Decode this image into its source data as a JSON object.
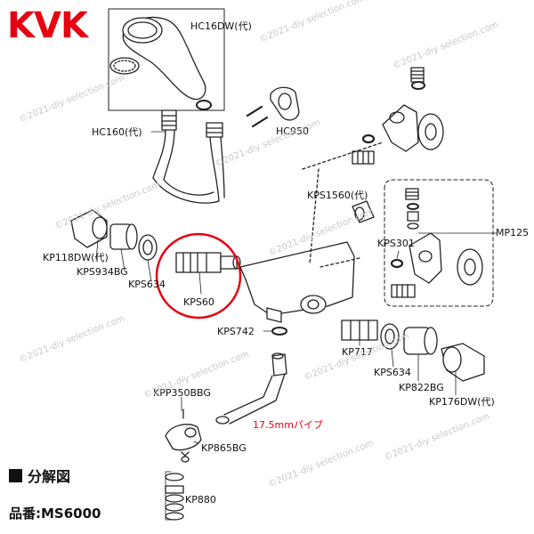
{
  "brand": "KVK",
  "section": {
    "title": "分解図"
  },
  "model": {
    "prefix": "品番:",
    "value": "MS6000"
  },
  "watermark": "©2021-diy selection.com",
  "parts": {
    "hc16dw": "HC16DW(代)",
    "hc160": "HC160(代)",
    "hc950": "HC950",
    "kps1560": "KPS1560(代)",
    "mp125": "MP125",
    "kps301": "KPS301",
    "kp118dw": "KP118DW(代)",
    "kps934bg": "KPS934BG",
    "kps634_left": "KPS634",
    "kps60": "KPS60",
    "kps742": "KPS742",
    "kp717": "KP717",
    "kps634_right": "KPS634",
    "kp822bg": "KP822BG",
    "kp176dw": "KP176DW(代)",
    "kpp350bbg": "KPP350BBG",
    "pipe_note": "17.5mmパイプ",
    "kp865bg": "KP865BG",
    "kp880": "KP880"
  },
  "colors": {
    "brand": "#e60012",
    "highlight_circle": "#e60012",
    "line": "#222222"
  }
}
